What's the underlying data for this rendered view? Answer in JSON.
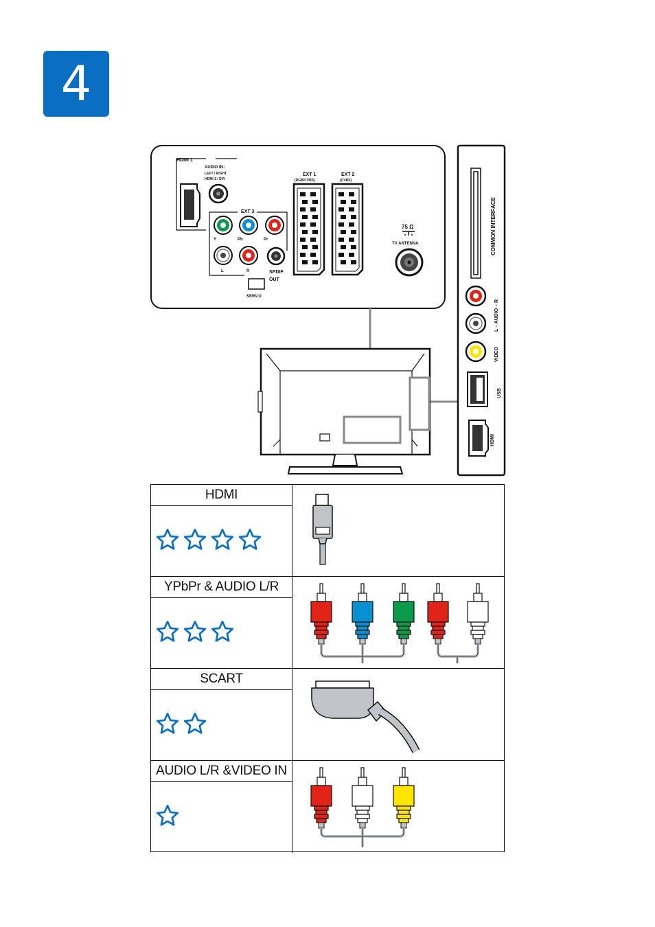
{
  "step": {
    "number": "4"
  },
  "colors": {
    "accent": "#0a6fc2",
    "red": "#e2231a",
    "blue": "#0a8fd0",
    "green": "#0a9a4a",
    "yellow": "#ffe600",
    "white": "#ffffff",
    "grey": "#c8ccd0"
  },
  "rear_panel": {
    "hdmi1": "HDMI 1",
    "audio_in_1": "AUDIO IN :",
    "audio_in_2": "LEFT / RIGHT",
    "audio_in_3": "HDMI 1 / DVI",
    "ext3": "EXT 3",
    "y": "Y",
    "pb": "Pb",
    "pr": "Pr",
    "l": "L",
    "r": "R",
    "spdif_1": "SPDIF",
    "spdif_2": "OUT",
    "servu": "SERV.U",
    "ext1": "EXT 1",
    "ext1_sub": "(RGB/CVBS)",
    "ext2": "EXT 2",
    "ext2_sub": "(CVBS)",
    "ohm": "75 Ω",
    "antenna": "TV ANTENNA"
  },
  "side_panel": {
    "common_interface": "COMMON INTERFACE",
    "audio": "L – AUDIO – R",
    "video": "VIDEO",
    "usb": "USB",
    "hdmi": "HDMI"
  },
  "connections": [
    {
      "title": "HDMI",
      "stars": 4,
      "icon": "hdmi-plug-icon"
    },
    {
      "title": "YPbPr & AUDIO L/R",
      "stars": 3,
      "icon": "component-rca-cable-icon"
    },
    {
      "title": "SCART",
      "stars": 2,
      "icon": "scart-plug-icon"
    },
    {
      "title": "AUDIO L/R &VIDEO IN",
      "stars": 1,
      "icon": "composite-rca-cable-icon"
    }
  ]
}
